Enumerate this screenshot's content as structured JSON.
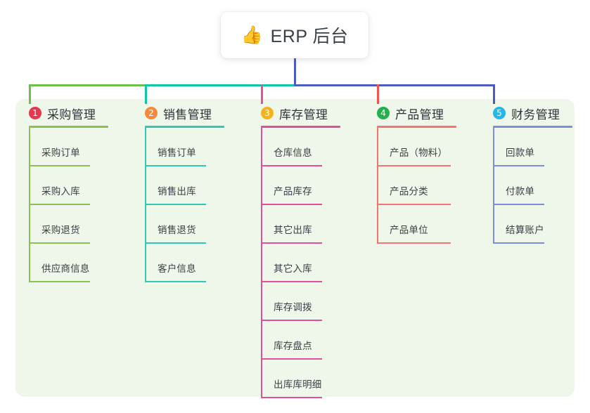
{
  "root": {
    "icon": "thumbs-up-icon",
    "icon_glyph": "👍",
    "title": "ERP 后台"
  },
  "panel": {
    "background": "#eef7e9"
  },
  "connector": {
    "trunk_color": "#4a5bc4",
    "bar_segments": [
      {
        "name": "segment-green",
        "color": "#6ec04a"
      },
      {
        "name": "segment-teal",
        "color": "#0ec6a8"
      },
      {
        "name": "segment-blue",
        "color": "#4a5bc4"
      }
    ],
    "drops": [
      {
        "name": "drop-purchase",
        "color": "#6ec04a"
      },
      {
        "name": "drop-sales",
        "color": "#0ec6a8"
      },
      {
        "name": "drop-inventory",
        "color": "#e8509a"
      },
      {
        "name": "drop-product",
        "color": "#f4554f"
      },
      {
        "name": "drop-finance",
        "color": "#4a5bc4"
      }
    ]
  },
  "columns": [
    {
      "id": "purchase",
      "number": "1",
      "title": "采购管理",
      "badge_color": "#e8364f",
      "line_color": "#8cc152",
      "rule_width": 113,
      "leaf_width": 87,
      "items": [
        {
          "label": "采购订单"
        },
        {
          "label": "采购入库"
        },
        {
          "label": "采购退货"
        },
        {
          "label": "供应商信息"
        }
      ]
    },
    {
      "id": "sales",
      "number": "2",
      "title": "销售管理",
      "badge_color": "#f58a3c",
      "line_color": "#31c6b8",
      "rule_width": 113,
      "leaf_width": 87,
      "items": [
        {
          "label": "销售订单"
        },
        {
          "label": "销售出库"
        },
        {
          "label": "销售退货"
        },
        {
          "label": "客户信息"
        }
      ]
    },
    {
      "id": "inventory",
      "number": "3",
      "title": "库存管理",
      "badge_color": "#f6b21b",
      "line_color": "#e0509a",
      "rule_width": 113,
      "leaf_width": 87,
      "items": [
        {
          "label": "仓库信息"
        },
        {
          "label": "产品库存"
        },
        {
          "label": "其它出库"
        },
        {
          "label": "其它入库"
        },
        {
          "label": "库存调拨"
        },
        {
          "label": "库存盘点"
        },
        {
          "label": "出库库明细"
        }
      ]
    },
    {
      "id": "product",
      "number": "4",
      "title": "产品管理",
      "badge_color": "#22b14c",
      "line_color": "#f4756e",
      "rule_width": 113,
      "leaf_width": 105,
      "items": [
        {
          "label": "产品（物料）"
        },
        {
          "label": "产品分类"
        },
        {
          "label": "产品单位"
        }
      ]
    },
    {
      "id": "finance",
      "number": "5",
      "title": "财务管理",
      "badge_color": "#26b7e8",
      "line_color": "#7b8fd8",
      "rule_width": 113,
      "leaf_width": 73,
      "items": [
        {
          "label": "回款单"
        },
        {
          "label": "付款单"
        },
        {
          "label": "结算账户"
        }
      ]
    }
  ]
}
